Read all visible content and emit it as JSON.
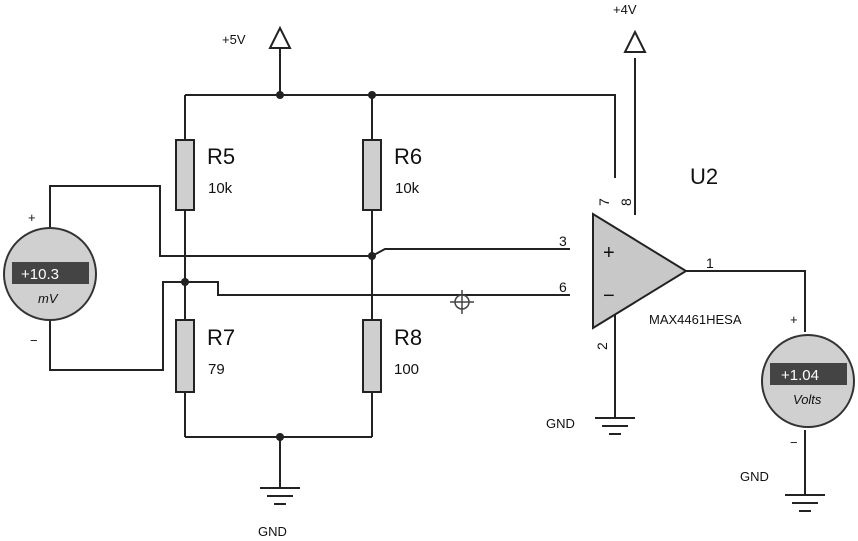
{
  "supplies": {
    "plus5v": "+5V",
    "plus4v": "+4V"
  },
  "resistors": {
    "r5": {
      "name": "R5",
      "value": "10k"
    },
    "r6": {
      "name": "R6",
      "value": "10k"
    },
    "r7": {
      "name": "R7",
      "value": "79"
    },
    "r8": {
      "name": "R8",
      "value": "100"
    }
  },
  "opamp": {
    "ref": "U2",
    "part": "MAX4461HESA",
    "pins": {
      "p3": "3",
      "p6": "6",
      "p1": "1",
      "p2": "2",
      "p7": "7",
      "p8": "8"
    },
    "plus": "+",
    "minus": "−"
  },
  "meters": {
    "input": {
      "reading": "+10.3",
      "unit": "mV",
      "plus": "+",
      "minus": "−"
    },
    "output": {
      "reading": "+1.04",
      "unit": "Volts",
      "plus": "+",
      "minus": "−"
    }
  },
  "grounds": {
    "bridge": "GND",
    "opamp": "GND",
    "meter": "GND"
  }
}
